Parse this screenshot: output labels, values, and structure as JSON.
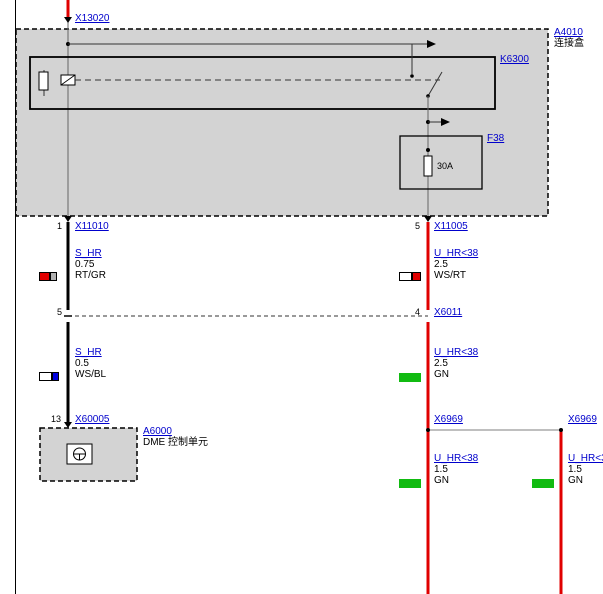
{
  "connectors": {
    "top": "X13020",
    "left_upper": "X11010",
    "right_upper": "X11005",
    "right_mid": "X6011",
    "left_lower": "X60005",
    "splice_right": "X6969",
    "splice_far": "X6969"
  },
  "pins": {
    "left_upper": "1",
    "right_upper": "5",
    "left_mid": "5",
    "right_mid": "4",
    "left_lower": "13"
  },
  "components": {
    "junction_box": {
      "id": "A4010",
      "name": "连接盒"
    },
    "relay": {
      "id": "K6300"
    },
    "fuse": {
      "id": "F38",
      "rating": "30A"
    },
    "dme": {
      "id": "A6000",
      "name": "DME 控制单元"
    }
  },
  "wires": {
    "w1": {
      "signal": "S_HR",
      "size": "0.75",
      "color_code": "RT/GR",
      "colors": [
        "#e00000",
        "#b0b0b0"
      ]
    },
    "w2": {
      "signal": "U_HR<38",
      "size": "2.5",
      "color_code": "WS/RT",
      "colors": [
        "#ffffff",
        "#e00000"
      ]
    },
    "w3": {
      "signal": "S_HR",
      "size": "0.5",
      "color_code": "WS/BL",
      "colors": [
        "#ffffff",
        "#0000dd"
      ]
    },
    "w4": {
      "signal": "U_HR<38",
      "size": "2.5",
      "color_code": "GN",
      "colors": [
        "#11bb11"
      ]
    },
    "w5": {
      "signal": "U_HR<38",
      "size": "1.5",
      "color_code": "GN",
      "colors": [
        "#11bb11"
      ]
    },
    "w6": {
      "signal": "U_HR<3",
      "size": "1.5",
      "color_code": "GN",
      "colors": [
        "#11bb11"
      ]
    }
  }
}
